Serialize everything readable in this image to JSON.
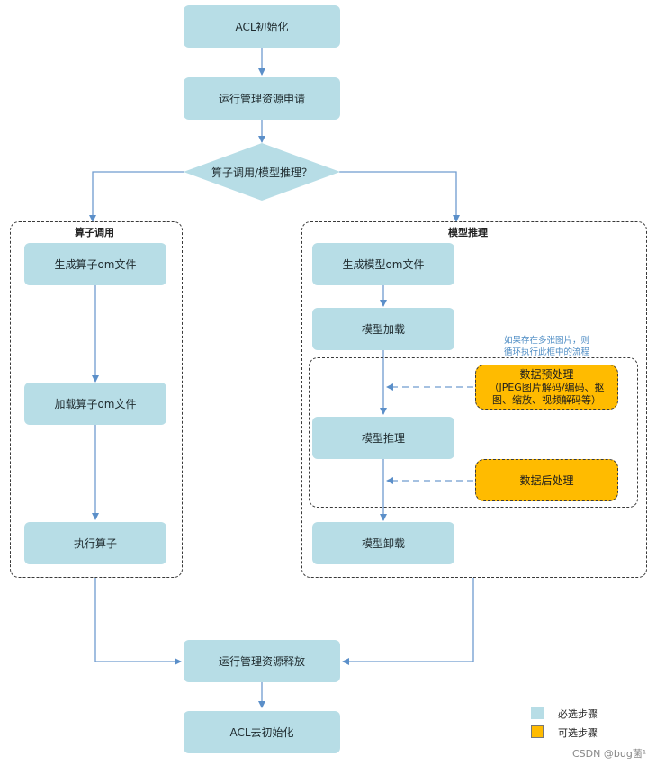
{
  "steps": {
    "acl_init": "ACL初始化",
    "runtime_request": "运行管理资源申请",
    "decision": "算子调用/模型推理？",
    "op_gen_om": "生成算子om文件",
    "op_load_om": "加载算子om文件",
    "op_exec": "执行算子",
    "model_gen_om": "生成模型om文件",
    "model_load": "模型加载",
    "model_infer": "模型推理",
    "model_unload": "模型卸载",
    "runtime_release": "运行管理资源释放",
    "acl_deinit": "ACL去初始化"
  },
  "groups": {
    "operator_title": "算子调用",
    "model_title": "模型推理"
  },
  "optional": {
    "preprocess_title": "数据预处理",
    "preprocess_detail_line1": "（JPEG图片解码/编码、抠",
    "preprocess_detail_line2": "图、缩放、视频解码等）",
    "postprocess": "数据后处理"
  },
  "note": {
    "line1": "如果存在多张图片，则",
    "line2": "循环执行此框中的流程"
  },
  "legend": {
    "required_label": "必选步骤",
    "optional_label": "可选步骤",
    "required_color": "#b7dde6",
    "optional_color": "#ffbb00"
  },
  "watermark": "CSDN @bug菌¹"
}
